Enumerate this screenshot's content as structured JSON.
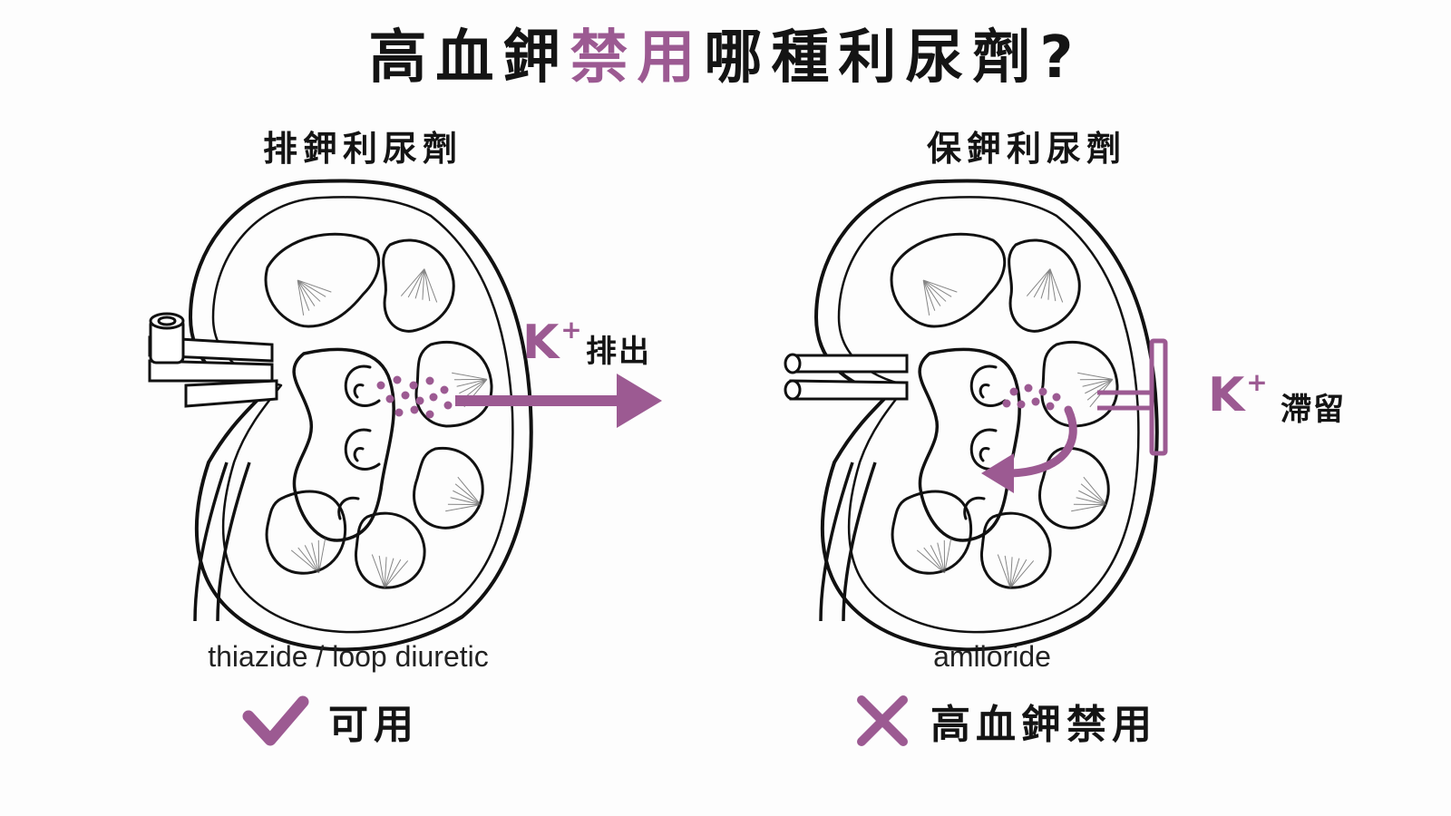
{
  "title": {
    "part1": "高血鉀",
    "highlight": "禁用",
    "part2": "哪種利尿劑?"
  },
  "colors": {
    "accent": "#9c5a92",
    "ink": "#141414",
    "background": "#fdfdfd"
  },
  "left_panel": {
    "heading": "排鉀利尿劑",
    "ion": "K",
    "ion_charge": "+",
    "action": "排出",
    "drug": "thiazide / loop diuretic",
    "verdict_icon": "check-icon",
    "verdict": "可用"
  },
  "right_panel": {
    "heading": "保鉀利尿劑",
    "ion": "K",
    "ion_charge": "+",
    "action": "滯留",
    "drug": "amiloride",
    "verdict_icon": "cross-icon",
    "verdict": "高血鉀禁用"
  }
}
